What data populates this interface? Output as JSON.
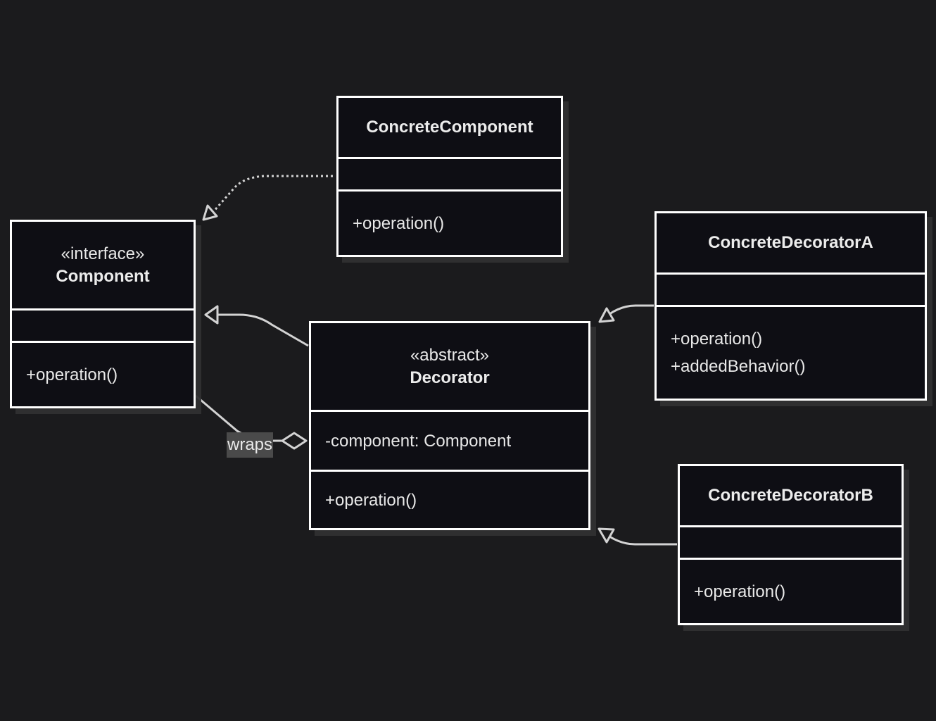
{
  "classes": {
    "component": {
      "stereotype": "«interface»",
      "name": "Component",
      "attributes": [],
      "operations": [
        "+operation()"
      ]
    },
    "concrete_component": {
      "name": "ConcreteComponent",
      "attributes": [],
      "operations": [
        "+operation()"
      ]
    },
    "decorator": {
      "stereotype": "«abstract»",
      "name": "Decorator",
      "attributes": [
        "-component: Component"
      ],
      "operations": [
        "+operation()"
      ]
    },
    "concrete_decorator_a": {
      "name": "ConcreteDecoratorA",
      "attributes": [],
      "operations": [
        "+operation()",
        "+addedBehavior()"
      ]
    },
    "concrete_decorator_b": {
      "name": "ConcreteDecoratorB",
      "attributes": [],
      "operations": [
        "+operation()"
      ]
    }
  },
  "relations": {
    "wraps_label": "wraps"
  },
  "colors": {
    "background": "#1b1b1d",
    "class_fill": "#0e0e14",
    "border": "#ffffff",
    "edge": "#d3d3d3",
    "label_bg": "#4a4a4a"
  }
}
